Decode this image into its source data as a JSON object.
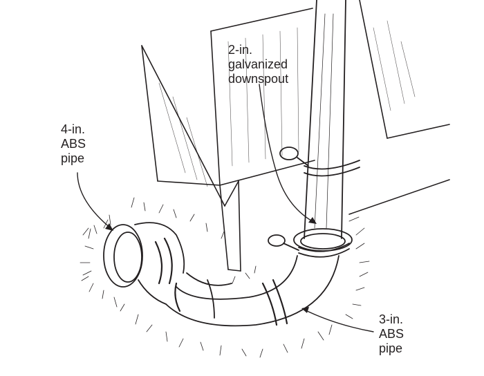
{
  "labels": {
    "downspout": [
      "2-in.",
      "galvanized",
      "downspout"
    ],
    "abs_4in": [
      "4-in.",
      "ABS",
      "pipe"
    ],
    "abs_3in": [
      "3-in.",
      "ABS",
      "pipe"
    ]
  },
  "colors": {
    "ink": "#231f20",
    "paper": "#ffffff"
  }
}
